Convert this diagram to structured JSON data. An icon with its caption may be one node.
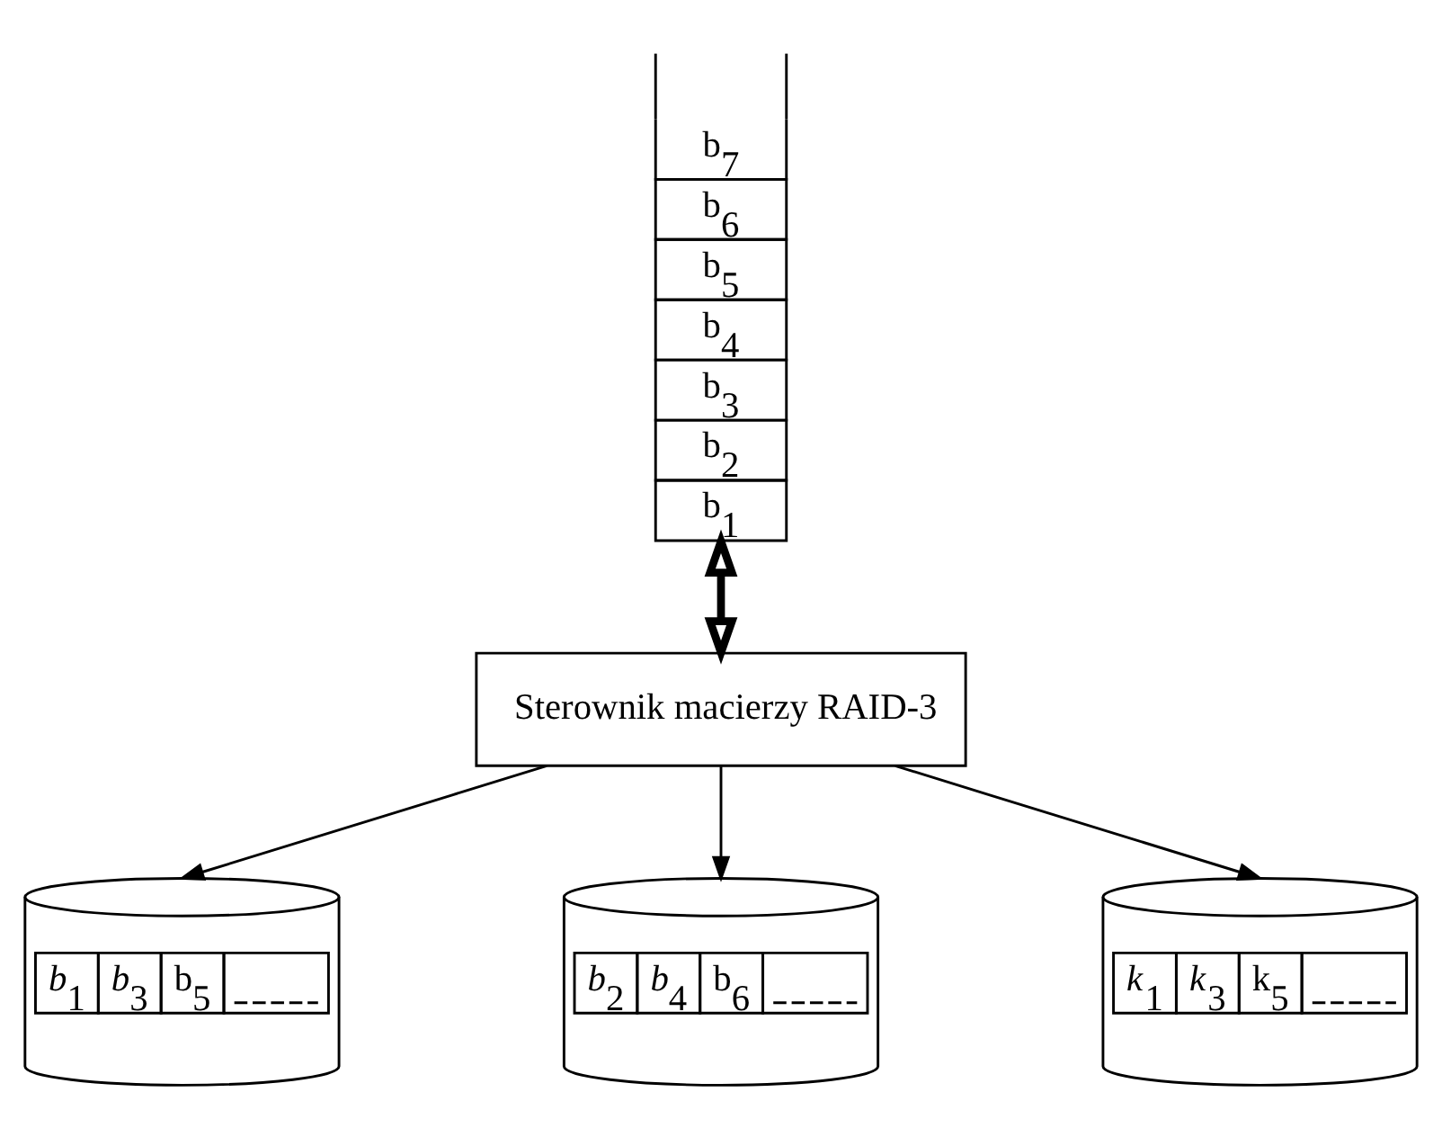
{
  "diagram": {
    "nodes": [
      {
        "text": [
          "b$_{7}$",
          "b$_{6}$",
          "b$_{5}$",
          "b$_{4}$",
          "b$_{3}$",
          "b$_{2}$",
          "b$_{1}$"
        ]
      },
      {
        "text": [
          "Sterownik macierzy RAID-3"
        ]
      },
      {
        "text": [
          "*b*$_{1}$",
          "*b*$_{3}$",
          "b$_{5}$"
        ]
      },
      {
        "text": [
          "*b*$_{2}$",
          "*b*$_{4}$",
          "b$_{6}$"
        ]
      },
      {
        "text": [
          "*k*$_{1}$",
          "*k*$_{3}$",
          "k$_{5}$"
        ]
      }
    ],
    "edges": [
      {
        "from": 0,
        "to": 1,
        "arrow": "both",
        "style": "thick"
      },
      {
        "from": 1,
        "to": 2,
        "arrow": "to"
      },
      {
        "from": 1,
        "to": 3,
        "arrow": "to"
      },
      {
        "from": 1,
        "to": 4,
        "arrow": "to"
      }
    ]
  }
}
